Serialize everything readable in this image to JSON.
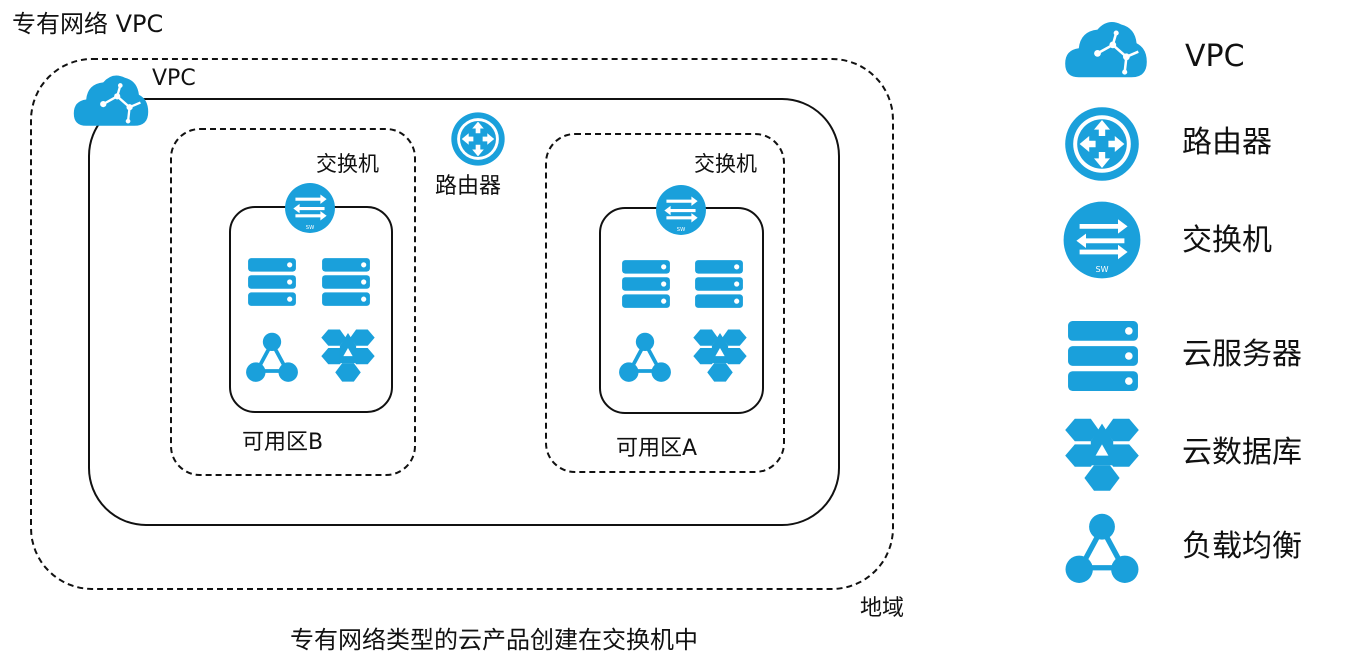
{
  "title": "专有网络 VPC",
  "diagram": {
    "vpc_label": "VPC",
    "router_label": "路由器",
    "switch_b_label": "交换机",
    "switch_a_label": "交换机",
    "zone_b_label": "可用区B",
    "zone_a_label": "可用区A",
    "region_label": "地域"
  },
  "caption": "专有网络类型的云产品创建在交换机中",
  "legend": [
    {
      "icon": "vpc-cloud-icon",
      "label": "VPC"
    },
    {
      "icon": "router-icon",
      "label": "路由器"
    },
    {
      "icon": "switch-icon",
      "label": "交换机"
    },
    {
      "icon": "cloud-server-icon",
      "label": "云服务器"
    },
    {
      "icon": "cloud-database-icon",
      "label": "云数据库"
    },
    {
      "icon": "load-balancer-icon",
      "label": "负载均衡"
    }
  ],
  "colors": {
    "icon_blue": "#1aa0db",
    "line": "#111111",
    "background": "#ffffff"
  }
}
